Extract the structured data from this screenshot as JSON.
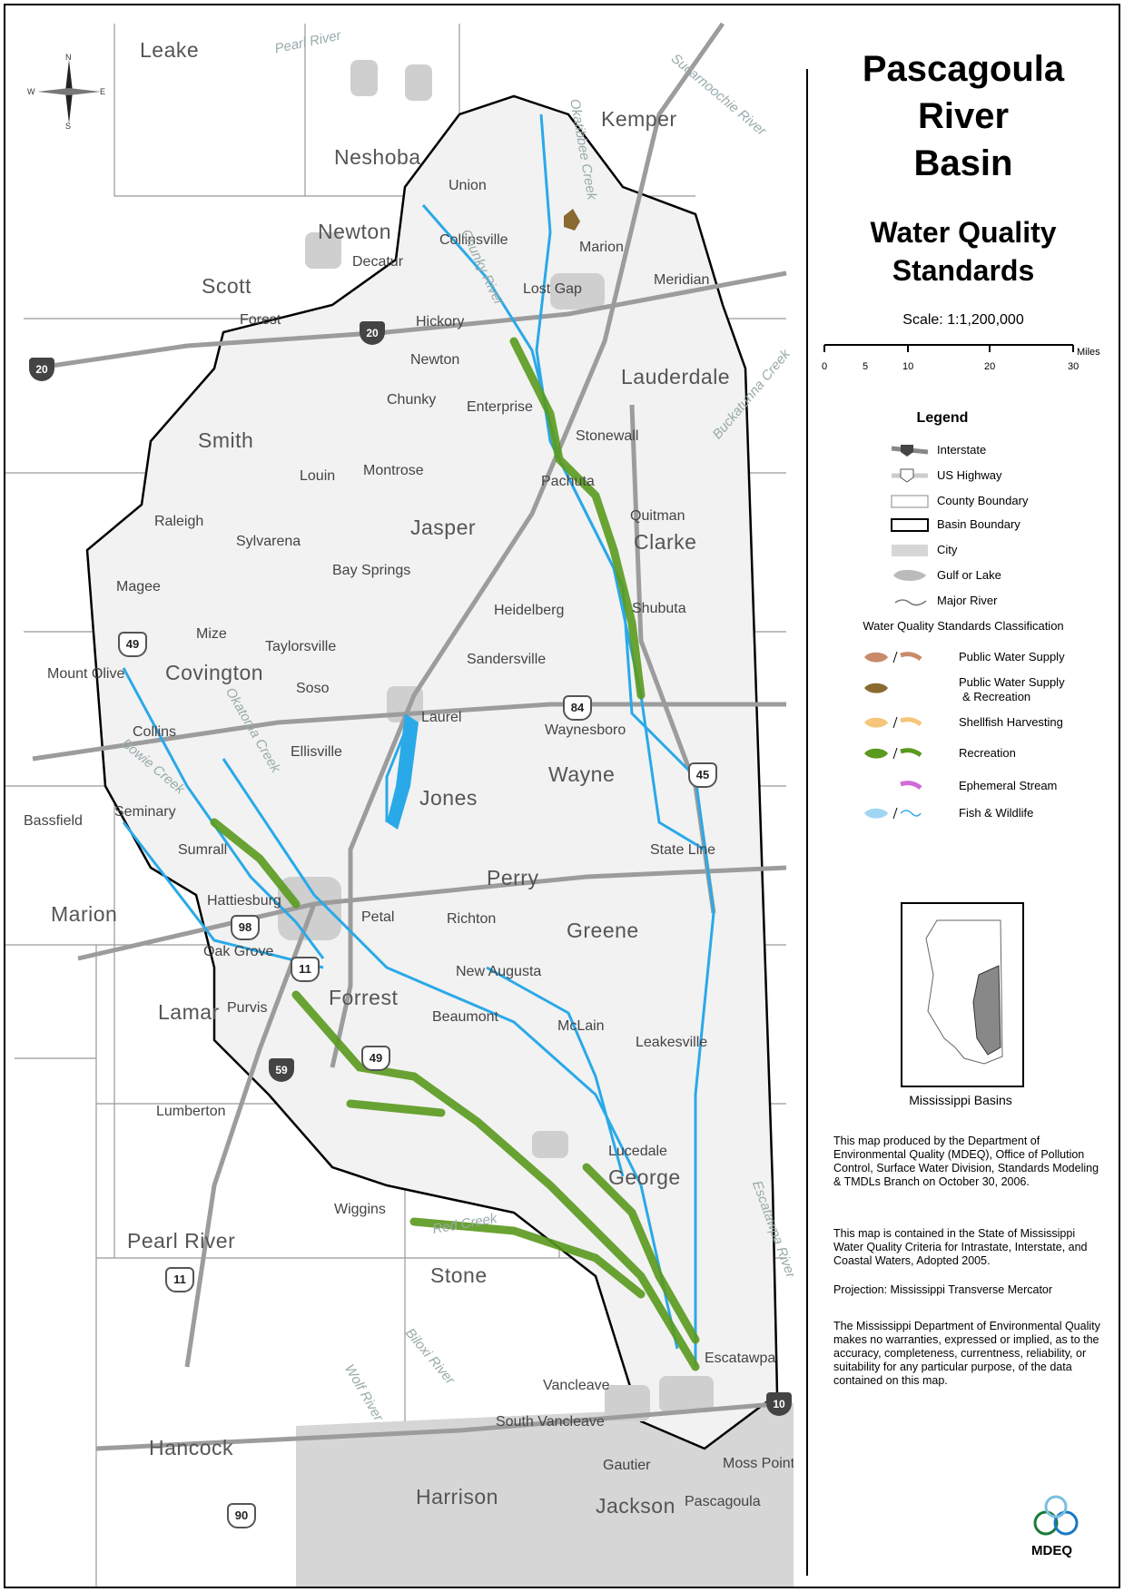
{
  "title": {
    "line1": "Pascagoula",
    "line2": "River",
    "line3": "Basin"
  },
  "subtitle": {
    "line1": "Water Quality",
    "line2": "Standards"
  },
  "scale": {
    "label": "Scale: 1:1,200,000",
    "unit": "Miles",
    "ticks": [
      "0",
      "5",
      "10",
      "20",
      "30"
    ]
  },
  "north_arrow": {
    "n": "N",
    "s": "S",
    "e": "E",
    "w": "W"
  },
  "legend": {
    "heading": "Legend",
    "items": [
      {
        "label": "Interstate",
        "icon": "interstate-shield-icon"
      },
      {
        "label": "US Highway",
        "icon": "us-highway-shield-icon"
      },
      {
        "label": "County Boundary",
        "icon": "county-boundary-swatch"
      },
      {
        "label": "Basin Boundary",
        "icon": "basin-boundary-swatch"
      },
      {
        "label": "City",
        "icon": "city-swatch"
      },
      {
        "label": "Gulf or Lake",
        "icon": "gulf-lake-swatch"
      },
      {
        "label": "Major River",
        "icon": "major-river-line"
      }
    ],
    "classification_heading": "Water Quality Standards Classification",
    "classes": [
      {
        "label": "Public Water Supply",
        "color": "#c98a6a"
      },
      {
        "label": "Public Water Supply\n& Recreation",
        "line1": "Public Water Supply",
        "line2": "& Recreation",
        "color": "#8a6a30"
      },
      {
        "label": "Shellfish Harvesting",
        "color": "#f5c57a"
      },
      {
        "label": "Recreation",
        "color": "#5a9a1e"
      },
      {
        "label": "Ephemeral Stream",
        "color": "#d06ad8"
      },
      {
        "label": "Fish & Wildlife",
        "color": "#2aa9e8"
      }
    ]
  },
  "inset": {
    "caption": "Mississippi Basins"
  },
  "notes": {
    "p1": "This map produced by the Department of Environmental Quality (MDEQ), Office of Pollution Control, Surface Water Division, Standards Modeling & TMDLs Branch on  October 30, 2006.",
    "p2a": "This map is contained in the State of Mississippi Water Quality Criteria for Intrastate, Interstate, and Coastal Waters, Adopted 2005.",
    "p2b": "Projection: Mississippi Transverse Mercator",
    "p3": "The Mississippi Department of Environmental Quality makes no warranties, expressed or implied, as to the accuracy, completeness, currentness, reliability, or suitability for any particular purpose, of the data contained on this map."
  },
  "logo": {
    "text": "MDEQ"
  },
  "counties": [
    "Leake",
    "Kemper",
    "Neshoba",
    "Newton",
    "Scott",
    "Lauderdale",
    "Smith",
    "Jasper",
    "Clarke",
    "Covington",
    "Jones",
    "Wayne",
    "Marion",
    "Perry",
    "Greene",
    "Forrest",
    "Lamar",
    "Pearl River",
    "Stone",
    "George",
    "Hancock",
    "Harrison",
    "Jackson"
  ],
  "cities": [
    "Union",
    "Collinsville",
    "Marion",
    "Decatur",
    "Lost Gap",
    "Meridian",
    "Forest",
    "Hickory",
    "Newton",
    "Chunky",
    "Enterprise",
    "Stonewall",
    "Louin",
    "Montrose",
    "Pachuta",
    "Quitman",
    "Raleigh",
    "Sylvarena",
    "Bay Springs",
    "Magee",
    "Heidelberg",
    "Shubuta",
    "Mize",
    "Taylorsville",
    "Sandersville",
    "Mount Olive",
    "Soso",
    "Laurel",
    "Waynesboro",
    "Collins",
    "Ellisville",
    "Seminary",
    "Bassfield",
    "Sumrall",
    "State Line",
    "Hattiesburg",
    "Petal",
    "Richton",
    "Oak Grove",
    "New Augusta",
    "Purvis",
    "Beaumont",
    "McLain",
    "Leakesville",
    "Lumberton",
    "Lucedale",
    "Wiggins",
    "Escatawpa",
    "Vancleave",
    "South Vancleave",
    "Gautier",
    "Moss Point",
    "Pascagoula"
  ],
  "rivers": [
    "Pearl River",
    "Sucarnoochie River",
    "Okatibbee Creek",
    "Chunky River",
    "Buckatunna Creek",
    "Okatoma Creek",
    "Bowie Creek",
    "Red Creek",
    "Escatawpa River",
    "Biloxi River",
    "Wolf River"
  ],
  "highways": {
    "interstates": [
      "20",
      "20",
      "59",
      "10"
    ],
    "us": [
      "49",
      "84",
      "45",
      "98",
      "11",
      "49",
      "11",
      "90"
    ]
  }
}
